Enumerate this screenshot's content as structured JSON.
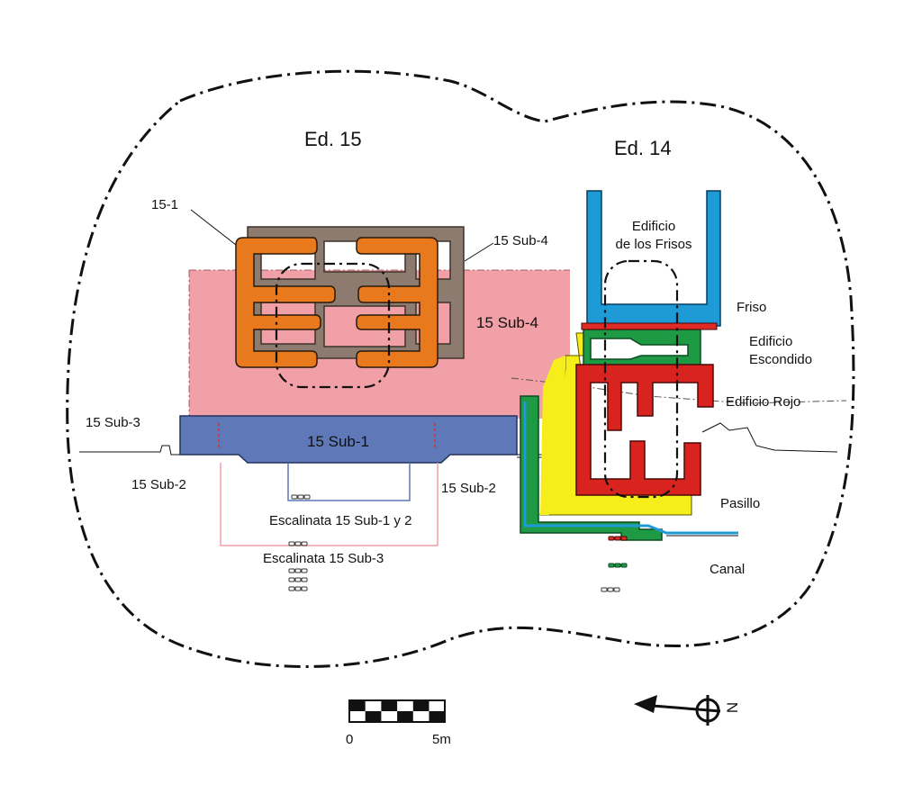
{
  "colors": {
    "ed15_1": "#e8791c",
    "sub4_brown": "#8c7b6e",
    "sub4_pink": "#f0a0a6",
    "sub1_blue": "#5f78b8",
    "frisos_blue": "#1e9ad6",
    "friso_red": "#e02a25",
    "escondido_green": "#1e9a45",
    "rojo_red": "#d8231f",
    "pasillo_yellow": "#f6ee1a",
    "canal_green": "#1e9a45",
    "canal_blue": "#1e9ad6",
    "outline": "#111111"
  },
  "labels": {
    "ed15": "Ed. 15",
    "ed14": "Ed. 14",
    "l15_1": "15-1",
    "sub4_top": "15 Sub-4",
    "sub4_mid": "15 Sub-4",
    "sub3": "15 Sub-3",
    "sub1": "15 Sub-1",
    "sub2_left": "15 Sub-2",
    "sub2_right": "15 Sub-2",
    "esc12": "Escalinata 15 Sub-1 y 2",
    "esc3": "Escalinata 15 Sub-3",
    "frisos_line1": "Edificio",
    "frisos_line2": "de los Frisos",
    "friso": "Friso",
    "escondido_line1": "Edificio",
    "escondido_line2": "Escondido",
    "rojo": "Edificio Rojo",
    "pasillo": "Pasillo",
    "canal": "Canal"
  },
  "scale": {
    "zero": "0",
    "max": "5m"
  },
  "north": {
    "letter": "N"
  }
}
